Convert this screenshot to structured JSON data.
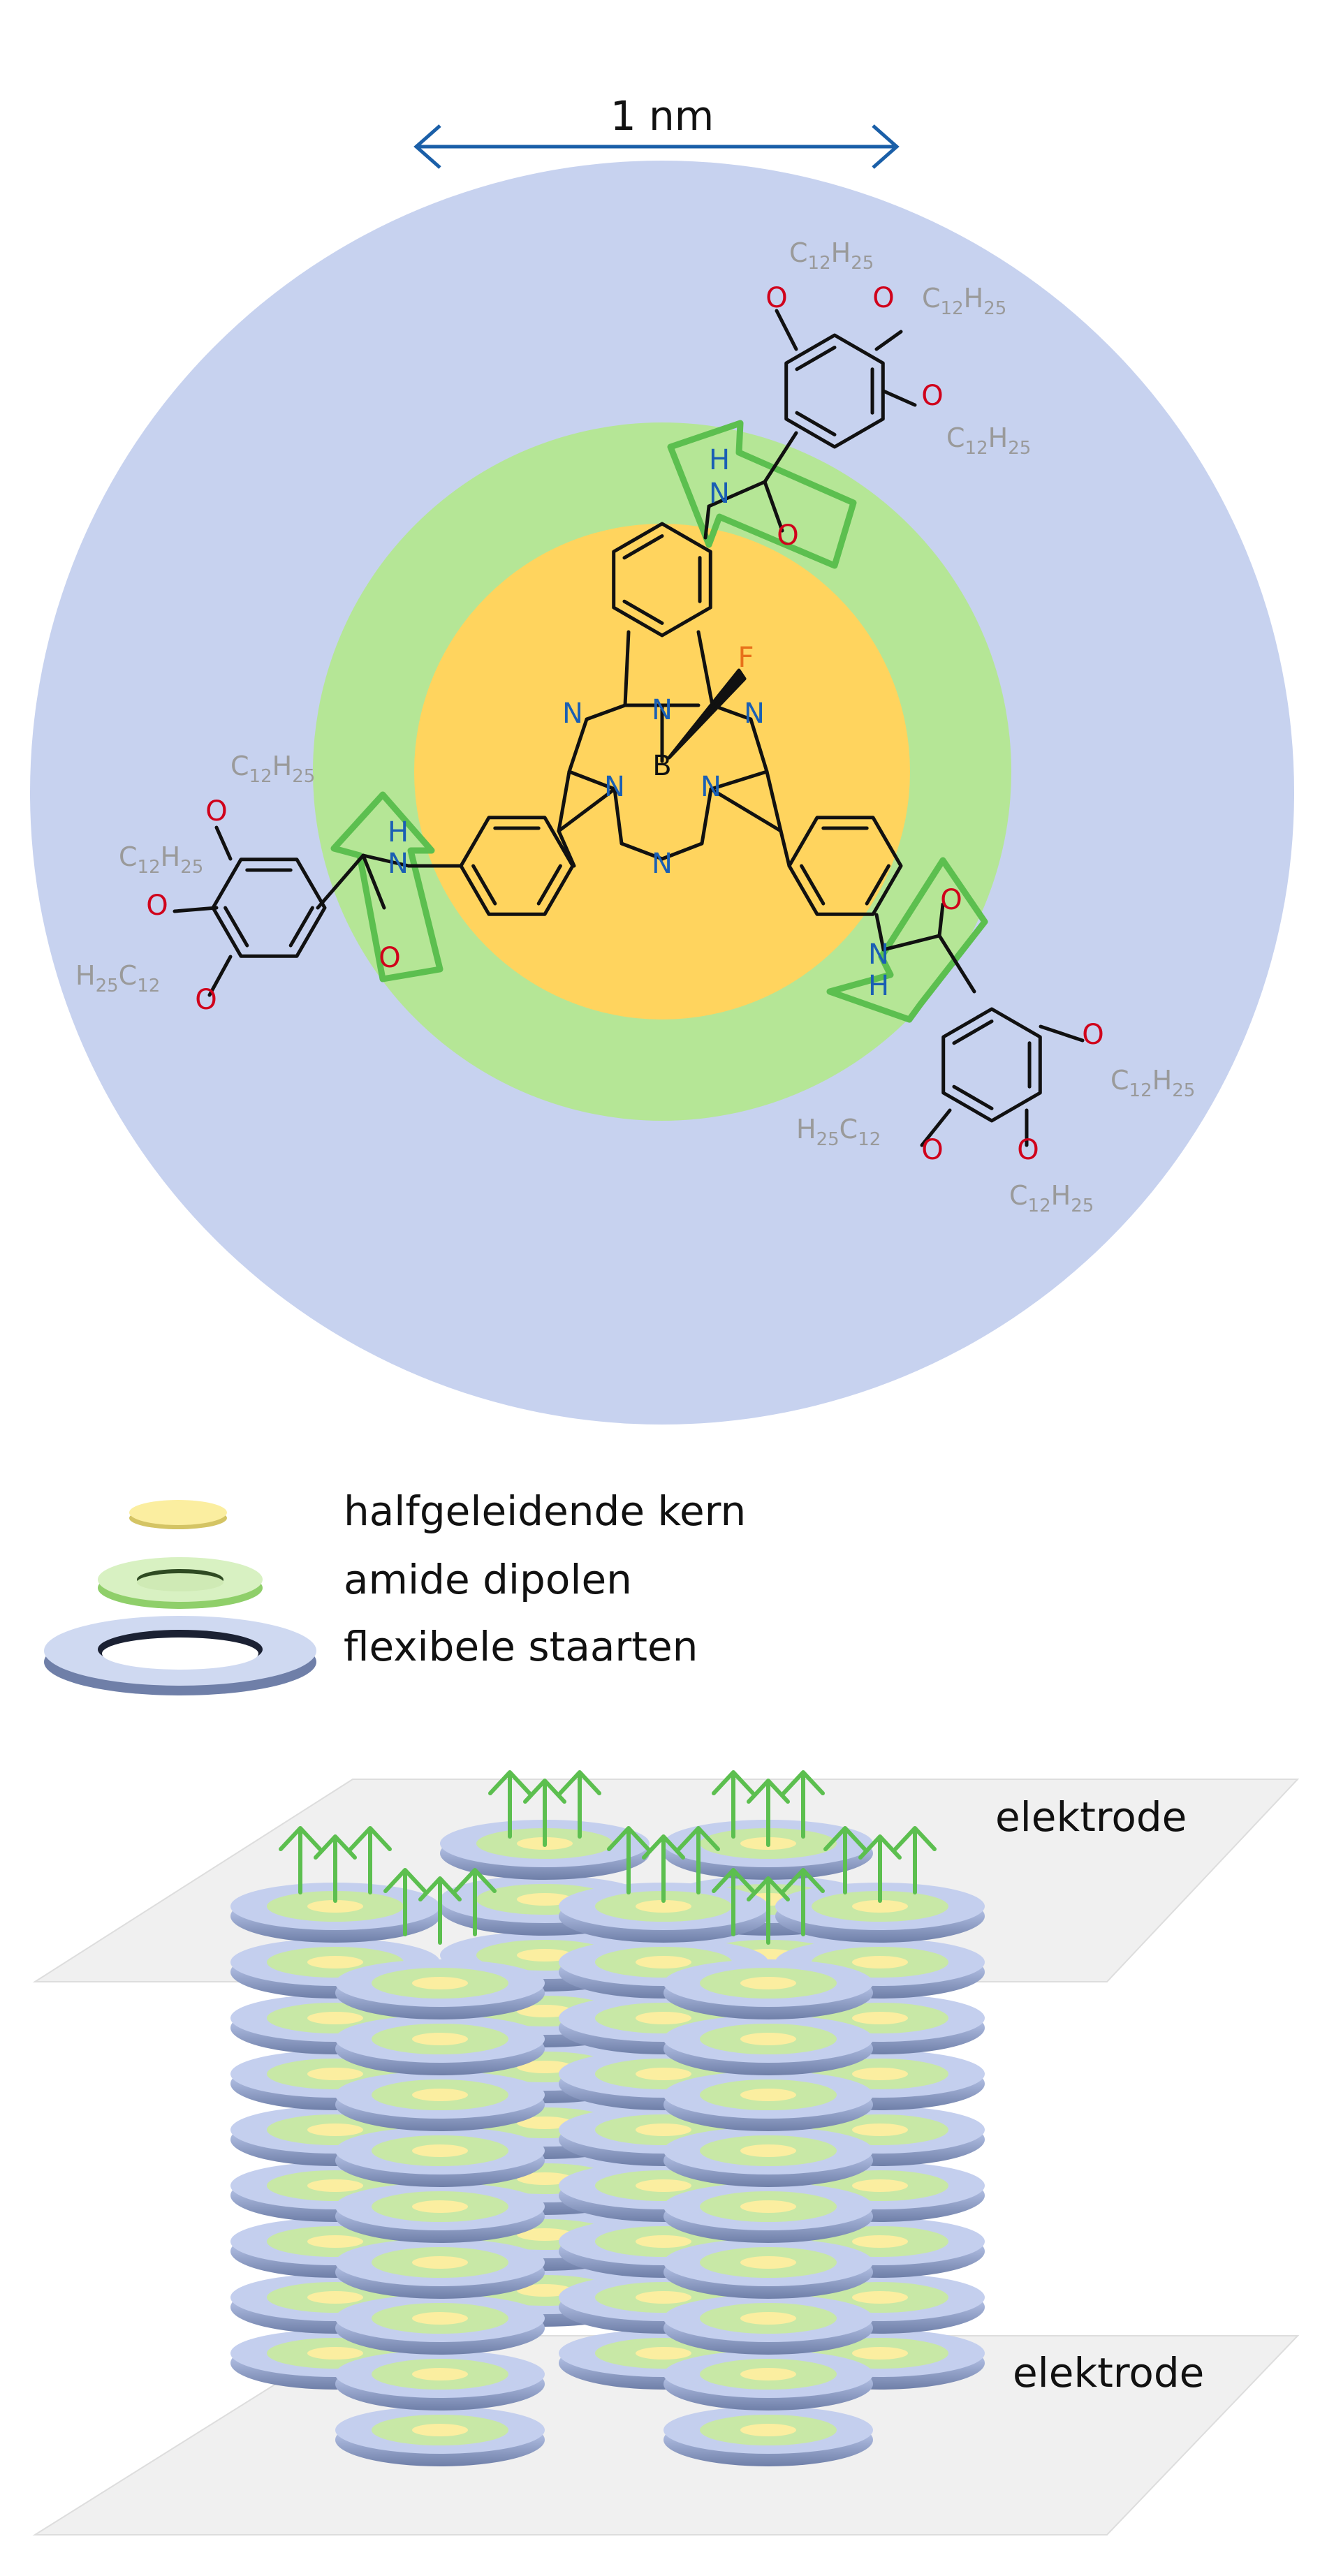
{
  "scale_label": "1 nm",
  "legend": {
    "core": "halfgeleidende kern",
    "dipoles": "amide dipolen",
    "tails": "flexibele staarten"
  },
  "electrode_top": "elektrode",
  "electrode_bottom": "elektrode",
  "atoms": {
    "boron": "B",
    "fluorine": "F",
    "nitrogen": "N",
    "oxygen": "O",
    "hydrogen": "H",
    "carbon": "C"
  },
  "chain_sub": {
    "c": "12",
    "h": "25"
  },
  "colors": {
    "tails": "#c7d2ef",
    "dipoles": "#b5e696",
    "core": "#ffd45e",
    "dipole_arrow": "#5cbf4f",
    "nitrogen": "#1a5fb4",
    "oxygen": "#d0021b",
    "fluorine": "#e8711a",
    "chain": "#9a9a9a",
    "scale_bar": "#1a5fa8"
  }
}
